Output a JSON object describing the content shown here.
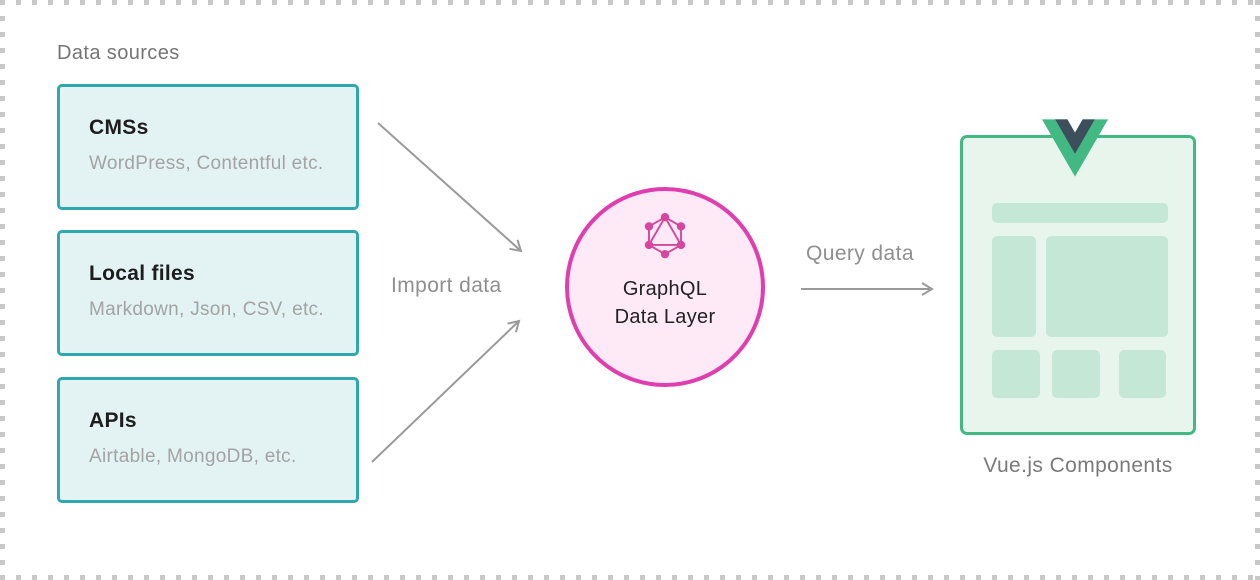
{
  "sources": {
    "label": "Data sources",
    "boxes": [
      {
        "title": "CMSs",
        "subtitle": "WordPress, Contentful etc."
      },
      {
        "title": "Local files",
        "subtitle": "Markdown, Json, CSV, etc."
      },
      {
        "title": "APIs",
        "subtitle": "Airtable, MongoDB, etc."
      }
    ]
  },
  "flows": {
    "import_label": "Import data",
    "query_label": "Query data"
  },
  "graphql": {
    "line1": "GraphQL",
    "line2": "Data Layer",
    "icon": "graphql-logo-icon"
  },
  "vue": {
    "label": "Vue.js Components",
    "icon": "vue-logo-icon"
  },
  "colors": {
    "teal_border": "#2fa8ad",
    "teal_bg": "#e3f2f3",
    "pink_border": "#e03eae",
    "pink_bg": "#fdeaf6",
    "graphql_pink": "#d6459e",
    "vue_green": "#42b983",
    "vue_bg": "#e7f5ed",
    "vue_block": "#c5e8d6",
    "vue_dark": "#3d4f5d",
    "arrow_gray": "#9a9a9a",
    "text_dark": "#1d1d1d",
    "text_gray": "#757575",
    "text_light_gray": "#a3a3a3",
    "dash_gray": "#c8c8c8"
  }
}
